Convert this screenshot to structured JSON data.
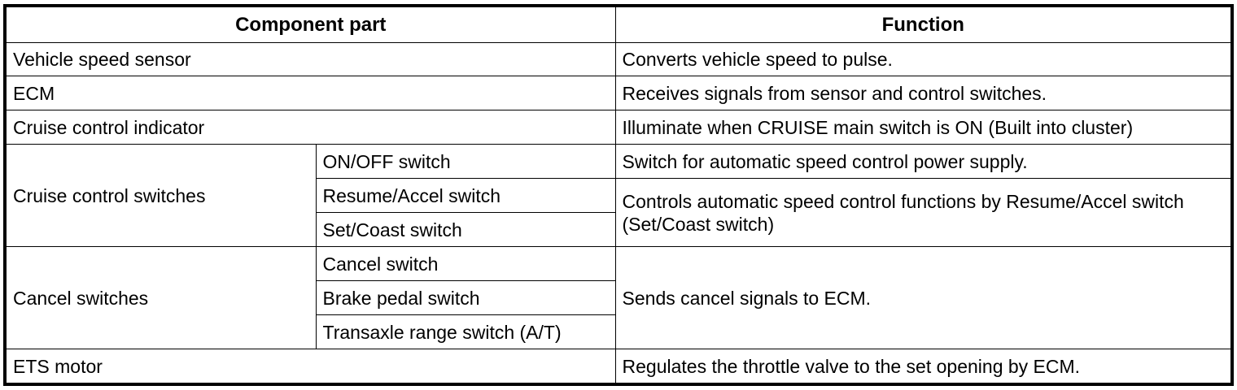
{
  "table": {
    "headers": {
      "component_part": "Component part",
      "function": "Function"
    },
    "rows": [
      {
        "part": "Vehicle speed sensor",
        "sub": null,
        "function": "Converts vehicle speed to pulse."
      },
      {
        "part": "ECM",
        "sub": null,
        "function": "Receives signals from sensor and control switches."
      },
      {
        "part": "Cruise control indicator",
        "sub": null,
        "function": "Illuminate when CRUISE main switch is ON (Built into cluster)"
      },
      {
        "part": "Cruise control switches",
        "sub": "ON/OFF switch",
        "function": "Switch for automatic speed control power supply."
      },
      {
        "part": null,
        "sub": "Resume/Accel switch",
        "function": "Controls automatic speed control functions by Resume/Accel switch (Set/Coast switch)"
      },
      {
        "part": null,
        "sub": "Set/Coast switch",
        "function": null
      },
      {
        "part": "Cancel switches",
        "sub": "Cancel switch",
        "function": "Sends cancel signals to ECM."
      },
      {
        "part": null,
        "sub": "Brake pedal switch",
        "function": null
      },
      {
        "part": null,
        "sub": "Transaxle range switch (A/T)",
        "function": null
      },
      {
        "part": "ETS motor",
        "sub": null,
        "function": "Regulates the throttle valve to the set opening by ECM."
      }
    ]
  },
  "colors": {
    "border": "#000000",
    "text": "#000000",
    "background": "#ffffff"
  }
}
